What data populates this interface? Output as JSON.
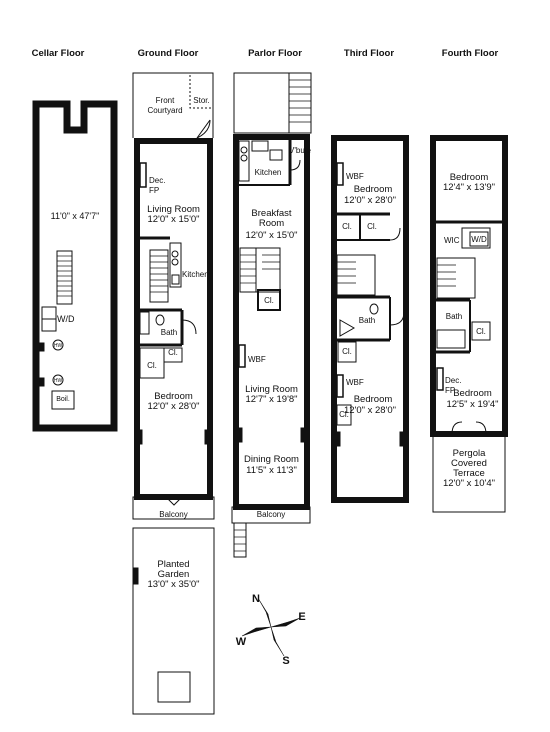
{
  "floors": {
    "cellar": {
      "title": "Cellar Floor",
      "dims": "11'0\" x 47'7\"",
      "wd": "W/D",
      "hw1": "HW",
      "hw2": "HW",
      "boiler": "Boil."
    },
    "ground": {
      "title": "Ground Floor",
      "courtyard": "Front\nCourtyard",
      "storage": "Stor.",
      "fireplace": "Dec.\nFP",
      "living_name": "Living Room",
      "living_dims": "12'0\" x 15'0\"",
      "kitchen": "Kitchen",
      "bath": "Bath",
      "closet1": "Cl.",
      "closet2": "Cl.",
      "bedroom_name": "Bedroom",
      "bedroom_dims": "12'0\" x 28'0\"",
      "balcony": "Balcony",
      "garden_name": "Planted\nGarden",
      "garden_dims": "13'0\" x 35'0\""
    },
    "parlor": {
      "title": "Parlor Floor",
      "vestibule": "V'bule",
      "kitchen": "Kitchen",
      "breakfast_name": "Breakfast\nRoom",
      "breakfast_dims": "12'0\" x 15'0\"",
      "closet": "Cl.",
      "wbf": "WBF",
      "living_name": "Living Room",
      "living_dims": "12'7\" x 19'8\"",
      "dining_name": "Dining Room",
      "dining_dims": "11'5\" x 11'3\"",
      "balcony": "Balcony"
    },
    "third": {
      "title": "Third Floor",
      "wbf1": "WBF",
      "bedroom1_name": "Bedroom",
      "bedroom1_dims": "12'0\" x 28'0\"",
      "closet1": "Cl.",
      "closet2": "Cl.",
      "bath": "Bath",
      "closet3": "Cl.",
      "wbf2": "WBF",
      "closet4": "Cl.",
      "bedroom2_name": "Bedroom",
      "bedroom2_dims": "12'0\" x 28'0\""
    },
    "fourth": {
      "title": "Fourth Floor",
      "bedroom1_name": "Bedroom",
      "bedroom1_dims": "12'4\" x 13'9\"",
      "wic": "WIC",
      "wd": "W/D",
      "bath": "Bath",
      "closet": "Cl.",
      "fireplace": "Dec.\nFP",
      "bedroom2_name": "Bedroom",
      "bedroom2_dims": "12'5\" x 19'4\"",
      "terrace": "Pergola\nCovered\nTerrace",
      "terrace_dims": "12'0\" x 10'4\""
    }
  },
  "compass": {
    "n": "N",
    "s": "S",
    "e": "E",
    "w": "W"
  }
}
